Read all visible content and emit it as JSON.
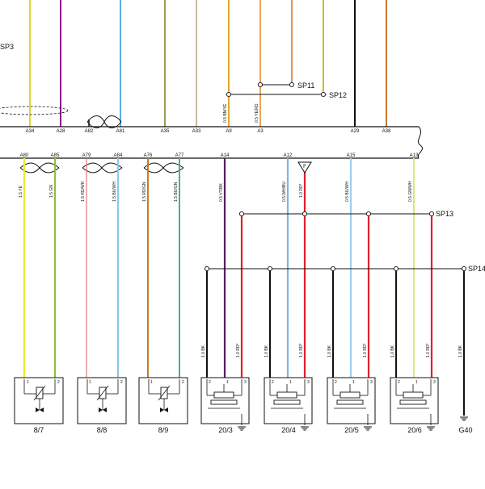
{
  "colors": {
    "background": "#ffffff",
    "line": "#111111",
    "yellow": "#d8dc2c",
    "purple": "#8a1a8a",
    "blue": "#5aaee0",
    "olive": "#7a7a1a",
    "tan": "#c8b8a0",
    "orange": "#e08a1a",
    "red": "#e0202a",
    "green": "#6ab04a",
    "light_blue": "#8cc8e8",
    "pink_red": "#e07a7a",
    "brown_orange": "#c87a2a",
    "black": "#111111"
  },
  "splices": {
    "sp3": "SP3",
    "sp11": "SP11",
    "sp12": "SP12",
    "sp13": "SP13",
    "sp14": "SP14"
  },
  "top_pins": [
    "A34",
    "A28",
    "A82",
    "A81",
    "A35",
    "A33",
    "A9",
    "A3",
    "A29",
    "A38"
  ],
  "upper_wire_labels": {
    "a9": "0.5 BN/YE",
    "a3": "0.5 YE/RD"
  },
  "bottom_pins": [
    "A80",
    "A85",
    "A79",
    "A84",
    "A76",
    "A77",
    "A14",
    "A12",
    "A15",
    "A13"
  ],
  "lower_wire_labels": {
    "a80": "1.5 YE",
    "a85": "1.5 GN",
    "a79": "1.5 RD/WH",
    "a84": "1.5 BU/WH",
    "a76": "1.5 RD/GN",
    "a77": "1.5 BU/GN",
    "a14": "0.5 VT/BK",
    "a12": "0.5 WH/BU",
    "a12_red": "1.0 RD*",
    "a15": "0.5 BU/WH",
    "a13": "0.5 GN/WH"
  },
  "ground_wire_label": "1.0 BK",
  "red_wire_label": "1.0 RD*",
  "fuse_marker": "F",
  "terminal_numbers": {
    "t1": "1",
    "t2": "2",
    "t3": "3"
  },
  "components": [
    {
      "id": "8/7",
      "label": "8/7"
    },
    {
      "id": "8/8",
      "label": "8/8"
    },
    {
      "id": "8/9",
      "label": "8/9"
    },
    {
      "id": "20/3",
      "label": "20/3"
    },
    {
      "id": "20/4",
      "label": "20/4"
    },
    {
      "id": "20/5",
      "label": "20/5"
    },
    {
      "id": "20/6",
      "label": "20/6"
    }
  ],
  "ground_label": "G40"
}
